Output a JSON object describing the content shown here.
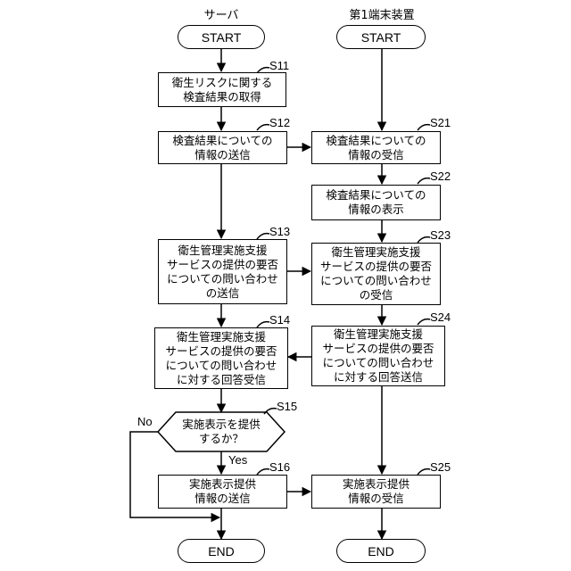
{
  "lanes": {
    "server": "サーバ",
    "terminal": "第1端末装置"
  },
  "terminals": {
    "start": "START",
    "end": "END"
  },
  "server_steps": {
    "s11": {
      "id": "S11",
      "lines": [
        "衛生リスクに関する",
        "検査結果の取得"
      ]
    },
    "s12": {
      "id": "S12",
      "lines": [
        "検査結果についての",
        "情報の送信"
      ]
    },
    "s13": {
      "id": "S13",
      "lines": [
        "衛生管理実施支援",
        "サービスの提供の要否",
        "についての問い合わせ",
        "の送信"
      ]
    },
    "s14": {
      "id": "S14",
      "lines": [
        "衛生管理実施支援",
        "サービスの提供の要否",
        "についての問い合わせ",
        "に対する回答受信"
      ]
    },
    "s15": {
      "id": "S15",
      "lines": [
        "実施表示を提供",
        "するか？"
      ]
    },
    "s16": {
      "id": "S16",
      "lines": [
        "実施表示提供",
        "情報の送信"
      ]
    }
  },
  "terminal_steps": {
    "s21": {
      "id": "S21",
      "lines": [
        "検査結果についての",
        "情報の受信"
      ]
    },
    "s22": {
      "id": "S22",
      "lines": [
        "検査結果についての",
        "情報の表示"
      ]
    },
    "s23": {
      "id": "S23",
      "lines": [
        "衛生管理実施支援",
        "サービスの提供の要否",
        "についての問い合わせ",
        "の受信"
      ]
    },
    "s24": {
      "id": "S24",
      "lines": [
        "衛生管理実施支援",
        "サービスの提供の要否",
        "についての問い合わせ",
        "に対する回答送信"
      ]
    },
    "s25": {
      "id": "S25",
      "lines": [
        "実施表示提供",
        "情報の受信"
      ]
    }
  },
  "branch_labels": {
    "no": "No",
    "yes": "Yes"
  }
}
